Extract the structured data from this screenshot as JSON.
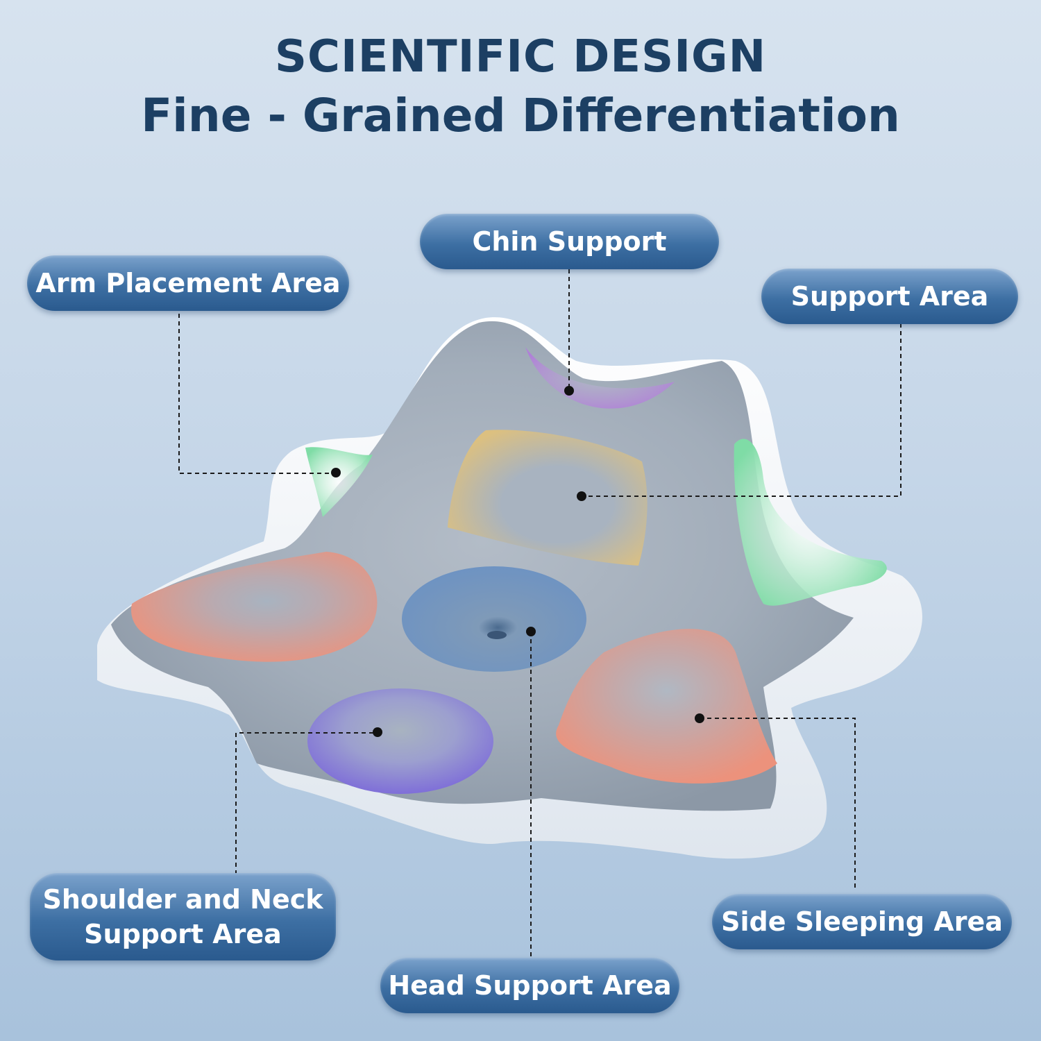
{
  "title": {
    "line1": "SCIENTIFIC DESIGN",
    "line2": "Fine - Grained Differentiation"
  },
  "labels": {
    "chin_support": "Chin Support",
    "arm_placement_area": "Arm Placement Area",
    "support_area": "Support Area",
    "shoulder_neck_line1": "Shoulder and Neck",
    "shoulder_neck_line2": "Support Area",
    "head_support_area": "Head Support Area",
    "side_sleeping_area": "Side Sleeping Area"
  },
  "zone_colors": {
    "chin_support": "#b07fd8",
    "arm_placement": "#8fe0b0",
    "support_area": "#d8c07a",
    "side_support": "#8fe0b0",
    "side_sleeping": "#e8967f",
    "head_support": "#6f94c4",
    "shoulder_neck": "#8474d6"
  },
  "colors": {
    "title": "#1c3f63",
    "label_bg": "#3d6fa3",
    "pillow_core": "#aab6c3",
    "pillow_rim": "#f2f5f8"
  }
}
